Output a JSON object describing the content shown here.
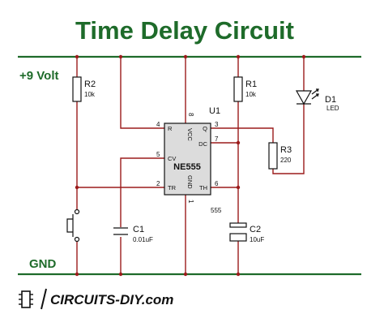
{
  "title": "Time Delay Circuit",
  "rails": {
    "vcc_label": "+9 Volt",
    "gnd_label": "GND"
  },
  "ic": {
    "ref": "U1",
    "name": "NE555",
    "package_label": "555",
    "pins": {
      "r": {
        "num": "4",
        "name": "R"
      },
      "vcc": {
        "num": "8",
        "name": "VCC"
      },
      "q": {
        "num": "3",
        "name": "Q"
      },
      "dc": {
        "num": "7",
        "name": "DC"
      },
      "cv": {
        "num": "5",
        "name": "CV"
      },
      "tr": {
        "num": "2",
        "name": "TR"
      },
      "gnd": {
        "num": "1",
        "name": "GND"
      },
      "th": {
        "num": "6",
        "name": "TH"
      }
    }
  },
  "components": {
    "r1": {
      "ref": "R1",
      "value": "10k"
    },
    "r2": {
      "ref": "R2",
      "value": "10k"
    },
    "r3": {
      "ref": "R3",
      "value": "220"
    },
    "c1": {
      "ref": "C1",
      "value": "0.01uF"
    },
    "c2": {
      "ref": "C2",
      "value": "10uF"
    },
    "d1": {
      "ref": "D1",
      "value": "LED"
    }
  },
  "brand": {
    "text": "CIRCUITS-DIY.com",
    "icon": "chip-logo-icon"
  },
  "colors": {
    "title": "#1e6b2a",
    "rail": "#1e6b2a",
    "wire": "#9b1b1b",
    "component_body": "#c8c8c8",
    "capacitor_c2": "#d9c27a"
  }
}
